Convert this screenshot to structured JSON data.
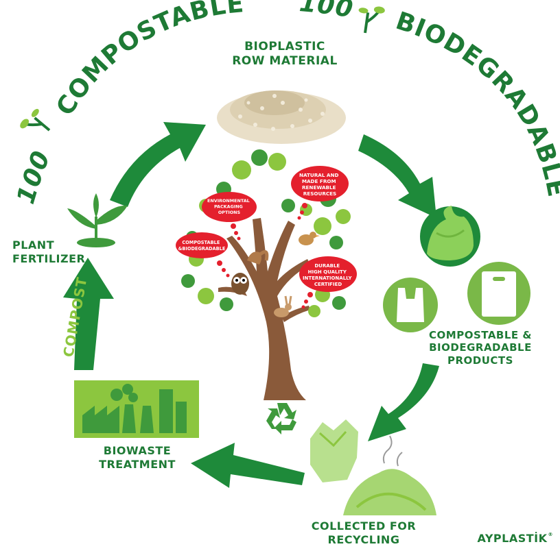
{
  "arcs": {
    "left_number": "100",
    "left_word": "COMPOSTABLE",
    "right_number": "100",
    "right_word": "BIODEGRADABLE"
  },
  "steps": {
    "raw_material": [
      "BIOPLASTIC",
      "ROW MATERIAL"
    ],
    "products": [
      "COMPOSTABLE &",
      "BIODEGRADABLE",
      "PRODUCTS"
    ],
    "collected": [
      "COLLECTED FOR",
      "RECYCLING"
    ],
    "biowaste": [
      "BIOWASTE",
      "TREATMENT"
    ],
    "plant": [
      "PLANT",
      "FERTILIZER"
    ],
    "compost": "COMPOST"
  },
  "bubbles": {
    "natural": [
      "NATURAL AND",
      "MADE FROM",
      "RENEWABLE",
      "RESOURCES"
    ],
    "environmental": [
      "ENVIRONMENTAL",
      "PACKAGING",
      "OPTIONS"
    ],
    "compostable": [
      "COMPOSTABLE",
      "&BIODEGRADABLE"
    ],
    "durable": [
      "DURABLE",
      "HIGH QUALITY",
      "INTERNATIONALLY",
      "CERTIFIED"
    ]
  },
  "brand": "AYPLASTİK",
  "colors": {
    "dark_green": "#1e7a35",
    "light_green": "#8cc63f",
    "bubble_red": "#e4202d",
    "trunk_brown": "#8a5a3a"
  }
}
